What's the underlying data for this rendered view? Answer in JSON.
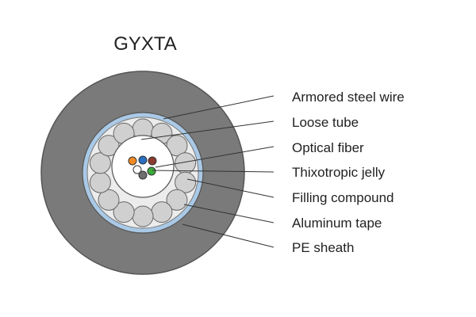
{
  "title": "GYXTA",
  "labels": [
    "Armored steel wire",
    "Loose tube",
    "Optical fiber",
    "Thixotropic jelly",
    "Filling compound",
    "Aluminum tape",
    "PE sheath"
  ],
  "colors": {
    "sheath": "#7a7a7a",
    "aluminum_tape": "#a9c9e6",
    "filling_compound": "#ececec",
    "steel_wire": "#d0d0d0",
    "jelly": "#ffffff",
    "fiber_orange": "#f08a24",
    "fiber_blue": "#2a6fc0",
    "fiber_brown": "#8b3a2e",
    "fiber_green": "#3aaa3a",
    "fiber_slate": "#6e6e6e",
    "fiber_white": "#ffffff"
  }
}
